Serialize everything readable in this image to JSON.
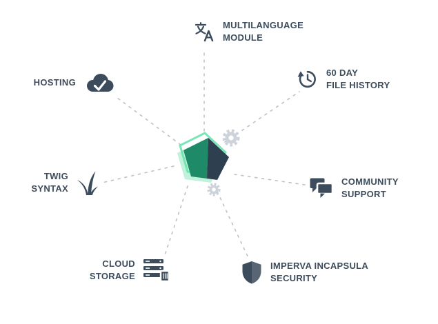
{
  "colors": {
    "background": "#ffffff",
    "text": "#3d4c5c",
    "icon": "#3d4c5c",
    "line": "#b9c2ca",
    "gear": "#ccd3da",
    "hub-green": "#1f8a68",
    "hub-navy": "#2e3f50",
    "hub-glow": "#64e2a8",
    "hub-mint": "#a5ebcb"
  },
  "features": {
    "multilanguage": {
      "line1": "MULTILANGUAGE",
      "line2": "MODULE",
      "icon": "translate-icon"
    },
    "file_history": {
      "line1": "60 DAY",
      "line2": "FILE HISTORY",
      "icon": "history-icon"
    },
    "hosting": {
      "line1": "HOSTING",
      "line2": "",
      "icon": "cloud-check-icon"
    },
    "twig": {
      "line1": "TWIG",
      "line2": "SYNTAX",
      "icon": "twig-icon"
    },
    "community": {
      "line1": "COMMUNITY",
      "line2": "SUPPORT",
      "icon": "chat-bubbles-icon"
    },
    "storage": {
      "line1": "CLOUD",
      "line2": "STORAGE",
      "icon": "server-stack-icon"
    },
    "security": {
      "line1": "IMPERVA INCAPSULA",
      "line2": "SECURITY",
      "icon": "shield-icon"
    }
  },
  "hub": {
    "name": "product-logo"
  }
}
